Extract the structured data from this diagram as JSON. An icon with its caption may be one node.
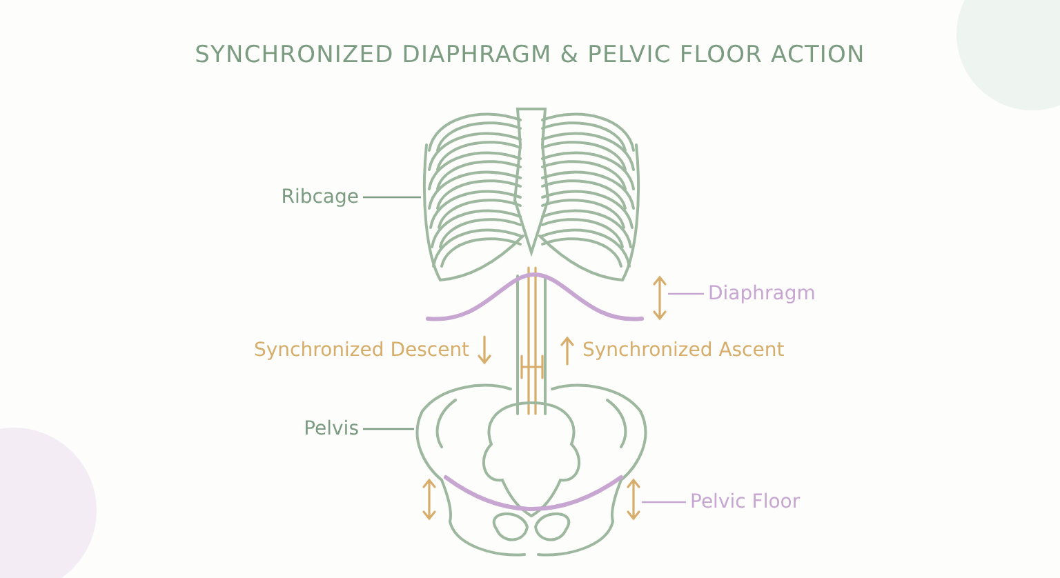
{
  "diagram": {
    "title": "SYNCHRONIZED DIAPHRAGM & PELVIC FLOOR ACTION",
    "nodes": [
      {
        "text": [
          "Ribcage"
        ]
      },
      {
        "text": [],
        "shape": "picture"
      },
      {
        "text": [
          "Diaphragm"
        ]
      },
      {
        "text": [],
        "shape": "picture"
      },
      {
        "text": [
          "Pelvis"
        ]
      },
      {
        "text": [],
        "shape": "picture"
      },
      {
        "text": [
          "Pelvic Floor"
        ]
      },
      {
        "text": [],
        "shape": "picture",
        "in": 5
      }
    ],
    "edges": [
      {
        "from": 0,
        "to": 1,
        "arrow": "none"
      },
      {
        "from": 2,
        "to": 3,
        "arrow": "none"
      },
      {
        "from": 4,
        "to": 5,
        "arrow": "none"
      },
      {
        "from": 6,
        "to": 7,
        "arrow": "none"
      }
    ],
    "labels": [
      "Synchronized Descent",
      "Synchronized Ascent"
    ]
  }
}
